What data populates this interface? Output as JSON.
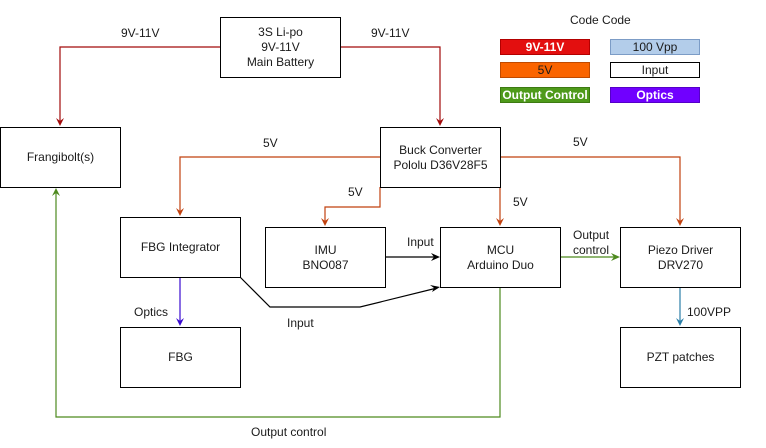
{
  "colors": {
    "power_9v": "#a20b0b",
    "power_5v": "#c1410f",
    "output_control": "#4d8a1e",
    "optics": "#3a0bd0",
    "vpp_100": "#2b7fa8",
    "input": "#000000"
  },
  "blocks": {
    "battery": [
      "3S Li-po",
      "9V-11V",
      "Main Battery"
    ],
    "frangibolt": [
      "Frangibolt(s)"
    ],
    "buck": [
      "Buck Converter",
      "Pololu D36V28F5"
    ],
    "fbg_integrator": [
      "FBG Integrator"
    ],
    "imu": [
      "IMU",
      "BNO087"
    ],
    "mcu": [
      "MCU",
      "Arduino Duo"
    ],
    "piezo": [
      "Piezo Driver",
      "DRV270"
    ],
    "fbg": [
      "FBG"
    ],
    "pzt": [
      "PZT patches"
    ]
  },
  "edge_labels": {
    "battery_to_frangibolt": "9V-11V",
    "battery_to_buck": "9V-11V",
    "buck_to_fbg_integrator": "5V",
    "buck_to_imu": "5V",
    "buck_to_mcu": "5V",
    "buck_to_piezo": "5V",
    "imu_to_mcu": "Input",
    "fbg_integrator_to_mcu": "Input",
    "fbg_integrator_to_fbg": "Optics",
    "mcu_to_piezo_line1": "Output",
    "mcu_to_piezo_line2": "control",
    "piezo_to_pzt": "100VPP",
    "mcu_to_frangibolt": "Output control"
  },
  "legend": {
    "title": "Code Code",
    "items": [
      {
        "label": "9V-11V",
        "fill": "#e30f0f",
        "border": "#b30000",
        "text": "#ffffff"
      },
      {
        "label": "100 Vpp",
        "fill": "#b3cdea",
        "border": "#7c9cc6",
        "text": "#1a1a1a"
      },
      {
        "label": "5V",
        "fill": "#fa6400",
        "border": "#c04a00",
        "text": "#1a1a1a"
      },
      {
        "label": "Input",
        "fill": "#ffffff",
        "border": "#000000",
        "text": "#1a1a1a"
      },
      {
        "label": "Output Control",
        "fill": "#4e9a1a",
        "border": "#3d7a12",
        "text": "#ffffff"
      },
      {
        "label": "Optics",
        "fill": "#7000ff",
        "border": "#5500c8",
        "text": "#ffffff"
      }
    ]
  }
}
